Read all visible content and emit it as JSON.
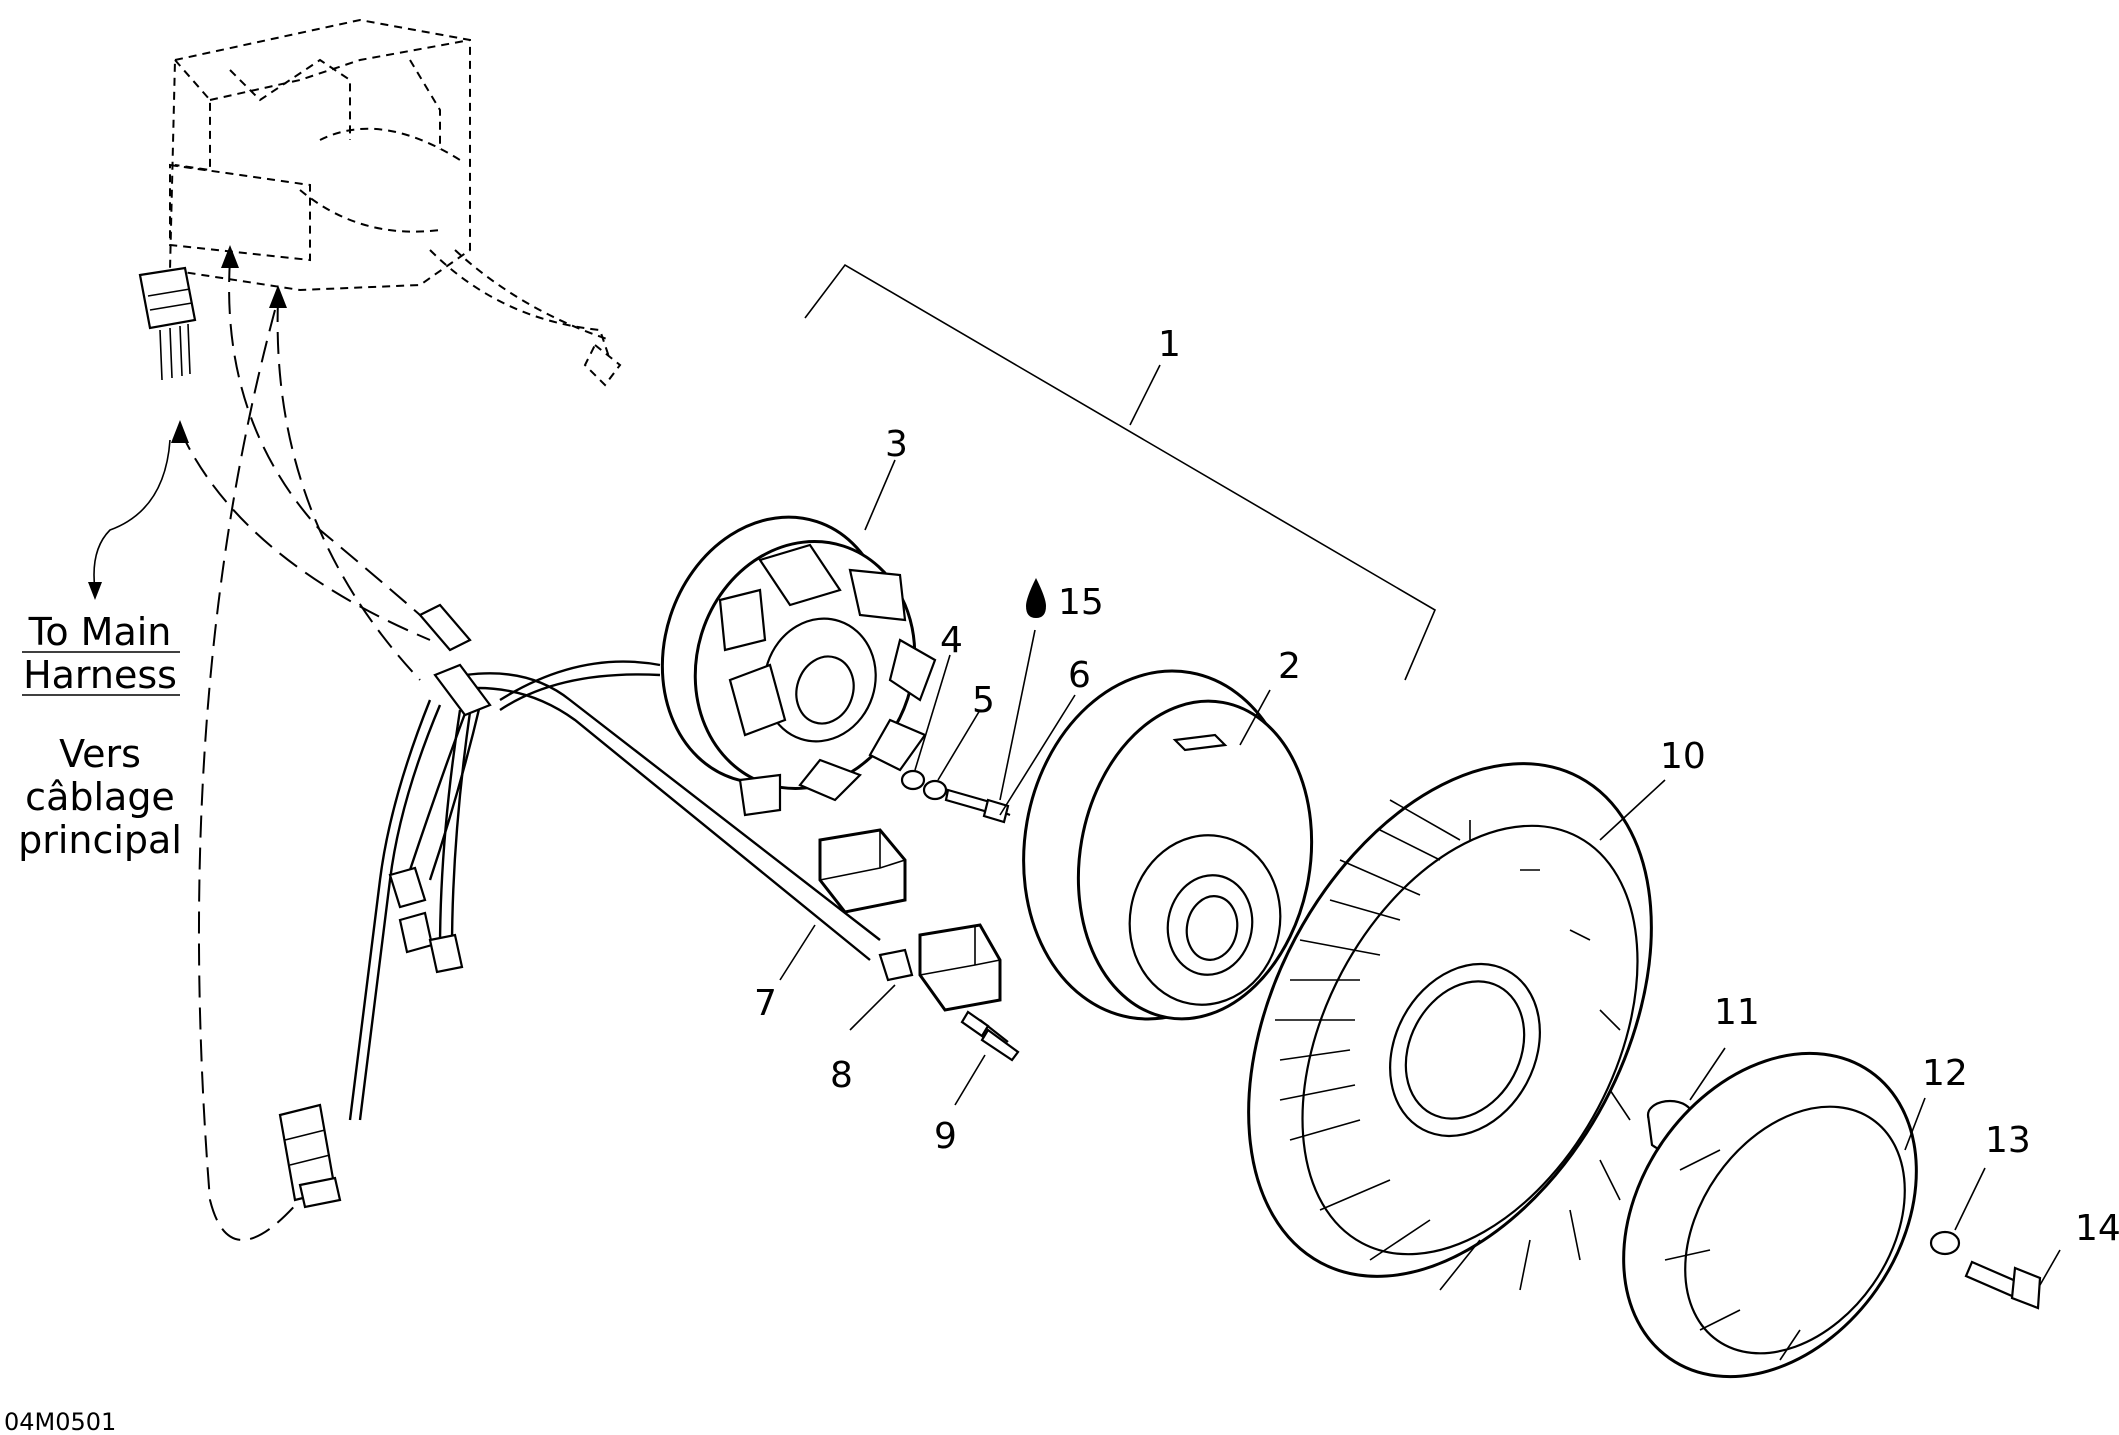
{
  "callouts": {
    "c1": "1",
    "c2": "2",
    "c3": "3",
    "c4": "4",
    "c5": "5",
    "c6": "6",
    "c7": "7",
    "c8": "8",
    "c9": "9",
    "c10": "10",
    "c11": "11",
    "c12": "12",
    "c13": "13",
    "c14": "14",
    "c15": "15"
  },
  "note": {
    "line1": "To Main",
    "line2": "Harness",
    "line3": "Vers",
    "line4": "câblage",
    "line5": "principal"
  },
  "drawing_code": "04M0501"
}
